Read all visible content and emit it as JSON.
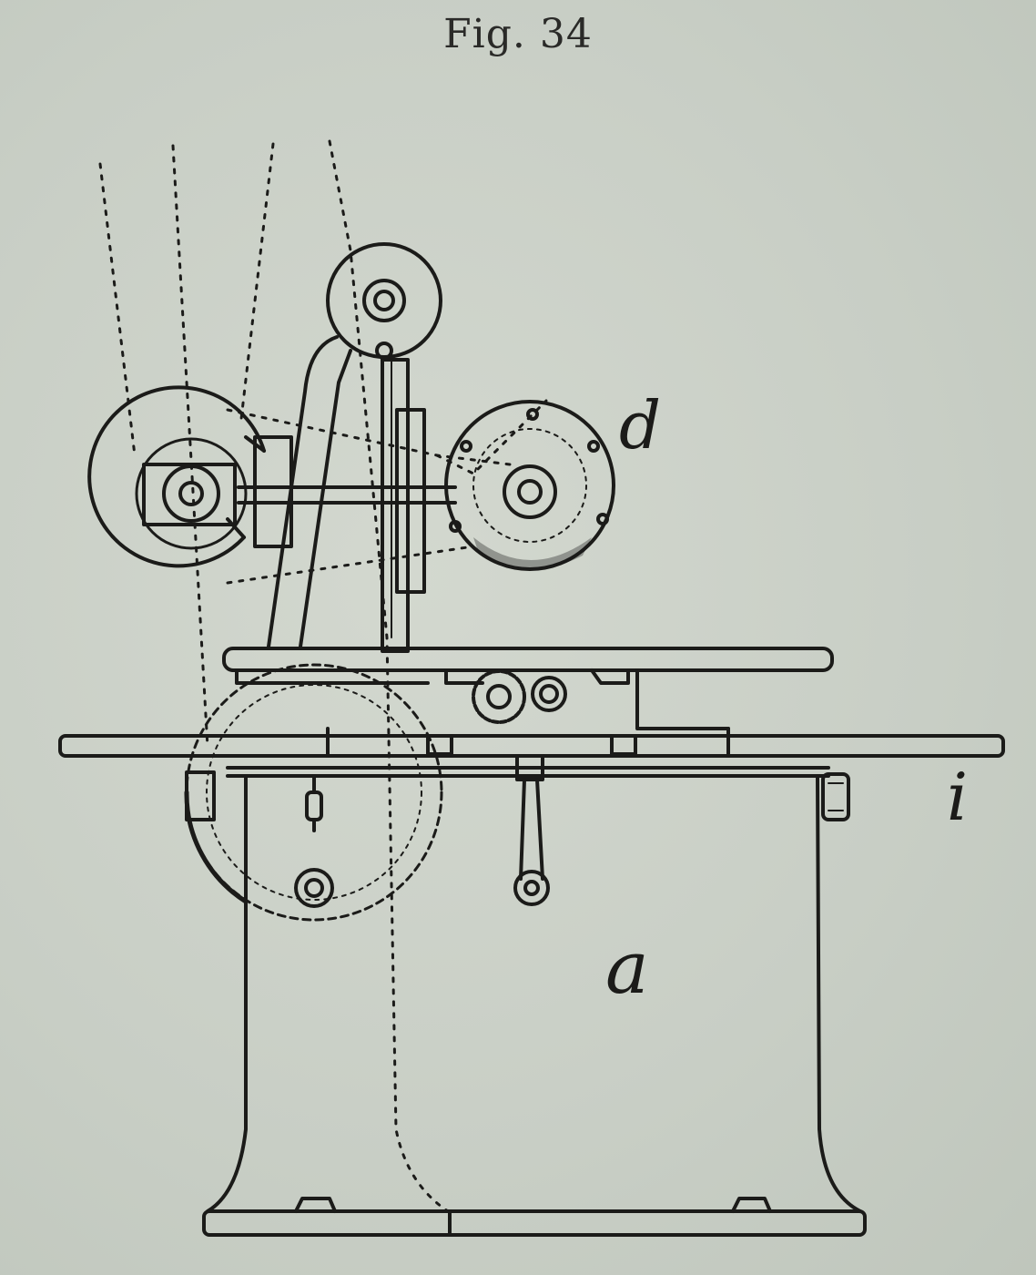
{
  "figure": {
    "title": "Fig. 34",
    "labels": {
      "d": "d",
      "i": "i",
      "a": "a"
    }
  },
  "colors": {
    "paper": "#c9cfc6",
    "ink": "#1b1b19"
  }
}
